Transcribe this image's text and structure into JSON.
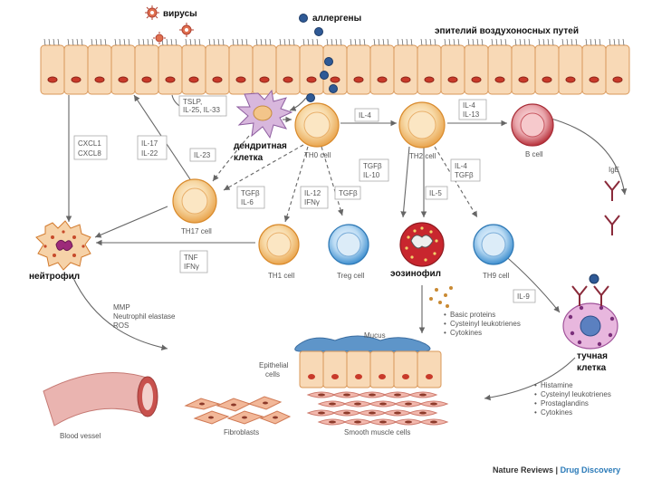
{
  "labels": {
    "viruses": "вирусы",
    "allergens": "аллергены",
    "epithelium": "эпителий воздухоносных путей",
    "dendritic_1": "дендритная",
    "dendritic_2": "клетка",
    "neutrophil": "нейтрофил",
    "eosinophil": "эозинофил",
    "mast_1": "тучная",
    "mast_2": "клетка"
  },
  "cells": {
    "th0": "TH0 cell",
    "th2": "TH2 cell",
    "bcell": "B cell",
    "th17": "TH17 cell",
    "th1": "TH1 cell",
    "treg": "Treg cell",
    "th9": "TH9 cell"
  },
  "boxes": {
    "tslp": [
      "TSLP,",
      "IL-25, IL-33"
    ],
    "il4": [
      "IL-4"
    ],
    "il4_il13": [
      "IL-4",
      "IL-13"
    ],
    "cxcl": [
      "CXCL1",
      "CXCL8"
    ],
    "il17": [
      "IL-17",
      "IL-22"
    ],
    "il23": [
      "IL-23"
    ],
    "tgfb_il10": [
      "TGFβ",
      "IL-10"
    ],
    "il4_tgfb": [
      "IL-4",
      "TGFβ"
    ],
    "tgfb_il6": [
      "TGFβ",
      "IL-6"
    ],
    "il12": [
      "IL-12",
      "IFNγ"
    ],
    "tgfb": [
      "TGFβ"
    ],
    "il5": [
      "IL-5"
    ],
    "tnf": [
      "TNF",
      "IFNγ"
    ],
    "il9": [
      "IL-9"
    ]
  },
  "ige": "IgE",
  "neutro_list": [
    "MMP",
    "Neutrophil elastase",
    "ROS"
  ],
  "eos_list": [
    "Basic proteins",
    "Cysteinyl leukotrienes",
    "Cytokines"
  ],
  "mast_list": [
    "Histamine",
    "Cysteinyl leukotrienes",
    "Prostaglandins",
    "Cytokines"
  ],
  "tissue": {
    "mucus": "Mucus",
    "epi_1": "Epithelial",
    "epi_2": "cells",
    "blood_vessel": "Blood vessel",
    "fibroblasts": "Fibroblasts",
    "smooth_muscle": "Smooth muscle cells"
  },
  "credit": {
    "left": "Nature Reviews",
    "sep": " | ",
    "right": "Drug Discovery"
  }
}
